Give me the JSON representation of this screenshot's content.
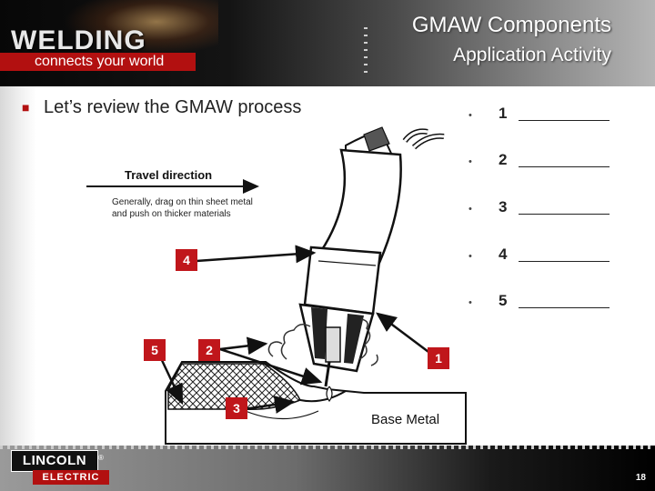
{
  "brand": {
    "name": "WELDING",
    "tagline": "connects your world"
  },
  "title": "GMAW Components",
  "subtitle": "Application Activity",
  "heading": "Let’s review the GMAW process",
  "list": [
    {
      "number": "1"
    },
    {
      "number": "2"
    },
    {
      "number": "3"
    },
    {
      "number": "4"
    },
    {
      "number": "5"
    }
  ],
  "diagram": {
    "travel_label": "Travel direction",
    "travel_note": "Generally, drag on thin sheet metal and push on thicker materials",
    "base_metal": "Base Metal",
    "badges": [
      "1",
      "2",
      "3",
      "4",
      "5"
    ]
  },
  "footer": {
    "logo_top": "LINCOLN",
    "logo_bottom": "ELECTRIC",
    "logo_reg": "®",
    "page": "18"
  },
  "colors": {
    "accent": "#c0161b",
    "brand_red": "#b21010"
  }
}
